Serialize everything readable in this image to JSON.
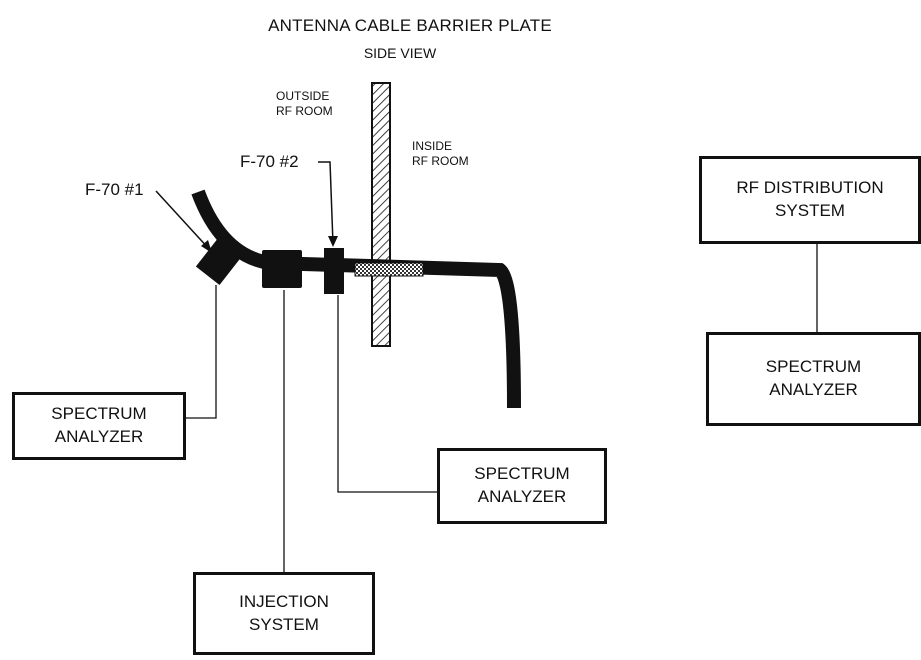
{
  "title": "ANTENNA CABLE BARRIER PLATE",
  "subtitle": "SIDE VIEW",
  "outside_label": "OUTSIDE\nRF ROOM",
  "inside_label": "INSIDE\nRF ROOM",
  "f70_1": "F-70 #1",
  "f70_2": "F-70 #2",
  "boxes": {
    "spectrum_left": "SPECTRUM\nANALYZER",
    "spectrum_center": "SPECTRUM\nANALYZER",
    "injection": "INJECTION\nSYSTEM",
    "rf_distribution": "RF DISTRIBUTION\nSYSTEM",
    "spectrum_right": "SPECTRUM\nANALYZER"
  },
  "colors": {
    "ink": "#111111",
    "background": "#ffffff"
  }
}
